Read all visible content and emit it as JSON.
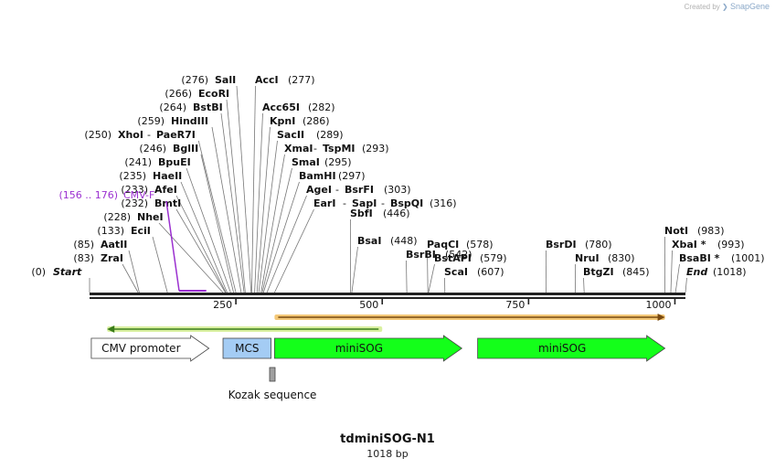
{
  "credit": {
    "prefix": "Created by",
    "brand": "SnapGene"
  },
  "plasmid": {
    "name": "tdminiSOG-N1",
    "size_label": "1018 bp"
  },
  "sites": [
    {
      "name": "Start",
      "pos": 0,
      "pos_label": "(0)",
      "italic": true
    },
    {
      "name": "ZraI",
      "pos": 83,
      "pos_label": "(83)"
    },
    {
      "name": "AatII",
      "pos": 85,
      "pos_label": "(85)"
    },
    {
      "name": "EciI",
      "pos": 133,
      "pos_label": "(133)"
    },
    {
      "name": "NheI",
      "pos": 228,
      "pos_label": "(228)"
    },
    {
      "name": "BmtI",
      "pos": 232,
      "pos_label": "(232)"
    },
    {
      "name": "AfeI",
      "pos": 233,
      "pos_label": "(233)"
    },
    {
      "name": "HaeII",
      "pos": 235,
      "pos_label": "(235)"
    },
    {
      "name": "BpuEI",
      "pos": 241,
      "pos_label": "(241)"
    },
    {
      "name": "BglII",
      "pos": 246,
      "pos_label": "(246)"
    },
    {
      "name": "XhoI",
      "name2": "PaeR7I",
      "pos": 250,
      "pos_label": "(250)"
    },
    {
      "name": "HindIII",
      "pos": 259,
      "pos_label": "(259)"
    },
    {
      "name": "BstBI",
      "pos": 264,
      "pos_label": "(264)"
    },
    {
      "name": "EcoRI",
      "pos": 266,
      "pos_label": "(266)"
    },
    {
      "name": "SalI",
      "pos": 276,
      "pos_label": "(276)"
    },
    {
      "name": "AccI",
      "pos": 277,
      "pos_label": "(277)"
    },
    {
      "name": "Acc65I",
      "pos": 282,
      "pos_label": "(282)"
    },
    {
      "name": "KpnI",
      "pos": 286,
      "pos_label": "(286)"
    },
    {
      "name": "SacII",
      "pos": 289,
      "pos_label": "(289)"
    },
    {
      "name": "XmaI",
      "name2": "TspMI",
      "pos": 293,
      "pos_label": "(293)"
    },
    {
      "name": "SmaI",
      "pos": 295,
      "pos_label": "(295)"
    },
    {
      "name": "BamHI",
      "pos": 297,
      "pos_label": "(297)"
    },
    {
      "name": "AgeI",
      "name2": "BsrFI",
      "pos": 303,
      "pos_label": "(303)"
    },
    {
      "name": "EarI",
      "name2": "SapI",
      "name3": "BspQI",
      "pos": 316,
      "pos_label": "(316)"
    },
    {
      "name": "SbfI",
      "pos": 446,
      "pos_label": "(446)"
    },
    {
      "name": "BsaI",
      "pos": 448,
      "pos_label": "(448)"
    },
    {
      "name": "BsrBI",
      "pos": 542,
      "pos_label": "(542)"
    },
    {
      "name": "PaqCI",
      "pos": 578,
      "pos_label": "(578)"
    },
    {
      "name": "BstAPI",
      "pos": 579,
      "pos_label": "(579)"
    },
    {
      "name": "ScaI",
      "pos": 607,
      "pos_label": "(607)"
    },
    {
      "name": "BsrDI",
      "pos": 780,
      "pos_label": "(780)"
    },
    {
      "name": "NruI",
      "pos": 830,
      "pos_label": "(830)"
    },
    {
      "name": "BtgZI",
      "pos": 845,
      "pos_label": "(845)"
    },
    {
      "name": "NotI",
      "pos": 983,
      "pos_label": "(983)"
    },
    {
      "name": "XbaI *",
      "pos": 993,
      "pos_label": "(993)"
    },
    {
      "name": "BsaBI *",
      "pos": 1001,
      "pos_label": "(1001)"
    },
    {
      "name": "End",
      "pos": 1018,
      "pos_label": "(1018)",
      "italic": true
    }
  ],
  "primer": {
    "name": "CMV-F",
    "range_label": "(156 .. 176)",
    "start": 156,
    "end": 176,
    "color": "#9b30d0"
  },
  "ruler": {
    "ticks": [
      250,
      500,
      750,
      1000
    ]
  },
  "orfs": [
    {
      "start": 30,
      "end": 500,
      "strand": "-",
      "color": "#3a7d1a",
      "fill": "#d9f0a0"
    },
    {
      "start": 316,
      "end": 983,
      "strand": "+",
      "color": "#7a4a10",
      "fill": "#f4c878"
    }
  ],
  "features": [
    {
      "name": "CMV promoter",
      "start": 3,
      "end": 204,
      "strand": "+",
      "color": "#ffffff"
    },
    {
      "name": "MCS",
      "start": 228,
      "end": 310,
      "strand": "none",
      "color": "#a4ccf4"
    },
    {
      "name": "miniSOG",
      "start": 316,
      "end": 636,
      "strand": "+",
      "color": "#14ff1a"
    },
    {
      "name": "miniSOG",
      "start": 663,
      "end": 983,
      "strand": "+",
      "color": "#14ff1a"
    }
  ],
  "kozak": {
    "name": "Kozak sequence",
    "start": 306,
    "end": 315,
    "color": "#a0a0a0"
  }
}
